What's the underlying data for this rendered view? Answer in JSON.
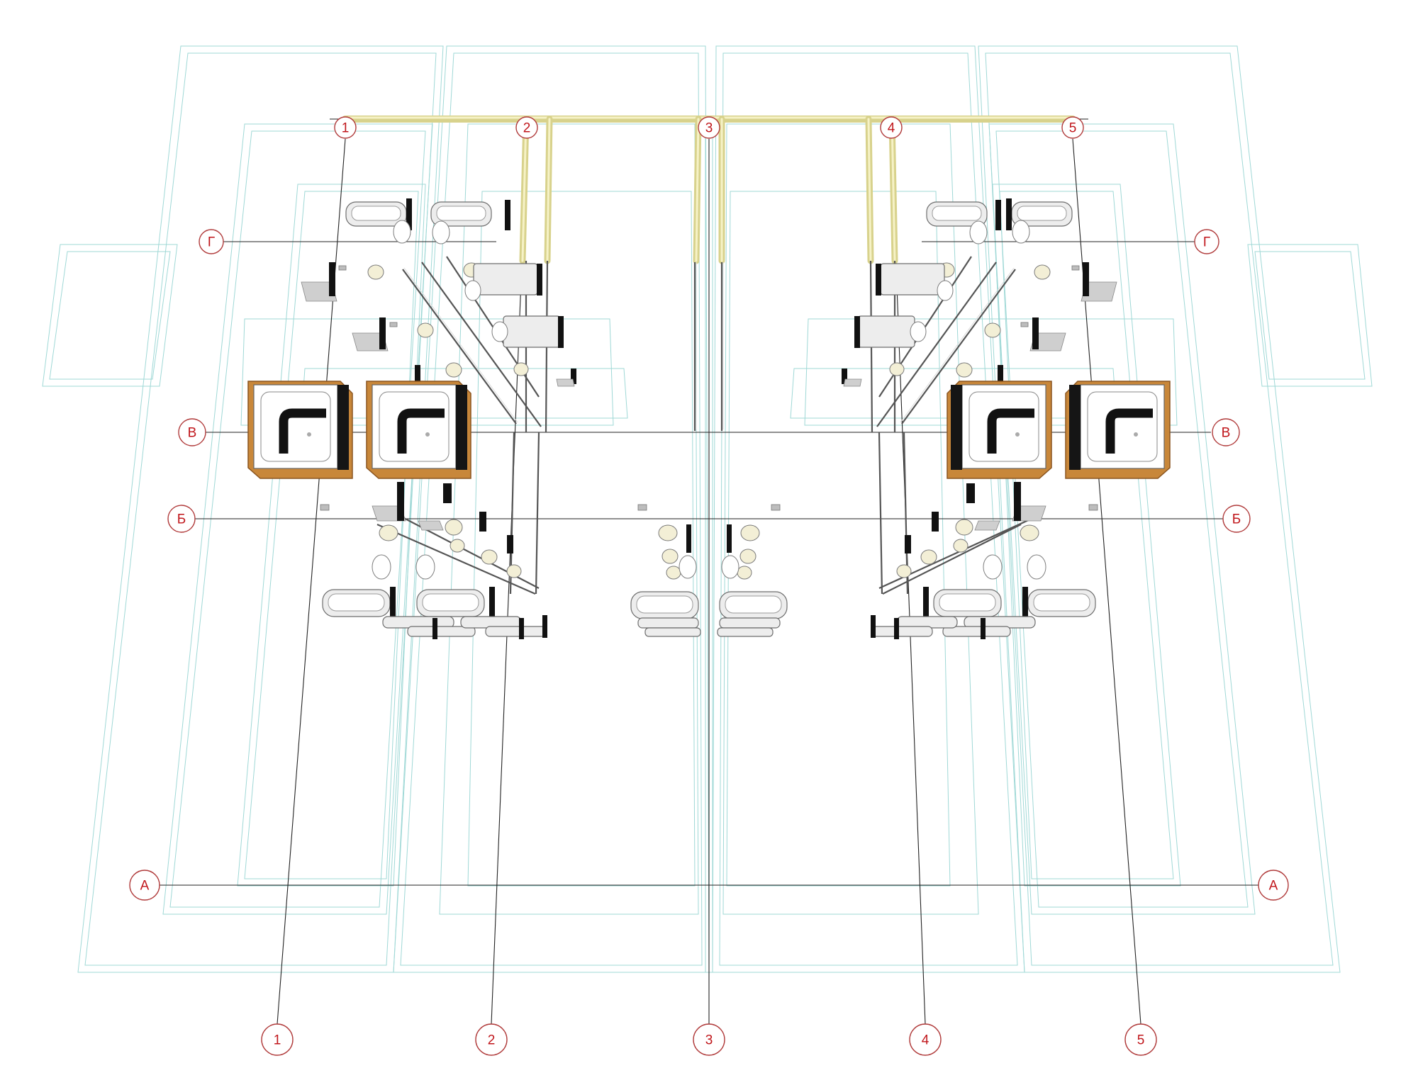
{
  "diagram": {
    "columns": [
      {
        "id": "c1",
        "label": "1"
      },
      {
        "id": "c2",
        "label": "2"
      },
      {
        "id": "c3",
        "label": "3"
      },
      {
        "id": "c4",
        "label": "4"
      },
      {
        "id": "c5",
        "label": "5"
      }
    ],
    "rows": [
      {
        "id": "rG",
        "label": "Г"
      },
      {
        "id": "rV",
        "label": "В"
      },
      {
        "id": "rB",
        "label": "Б"
      },
      {
        "id": "rA",
        "label": "А"
      }
    ]
  },
  "colors": {
    "bubble_text": "#c0161b",
    "bubble_stroke": "#b03a3a",
    "wireframe": "#9fd8d6",
    "pipe": "#d8d28c",
    "tank_frame": "#c8873a",
    "grid_line": "#222222"
  }
}
